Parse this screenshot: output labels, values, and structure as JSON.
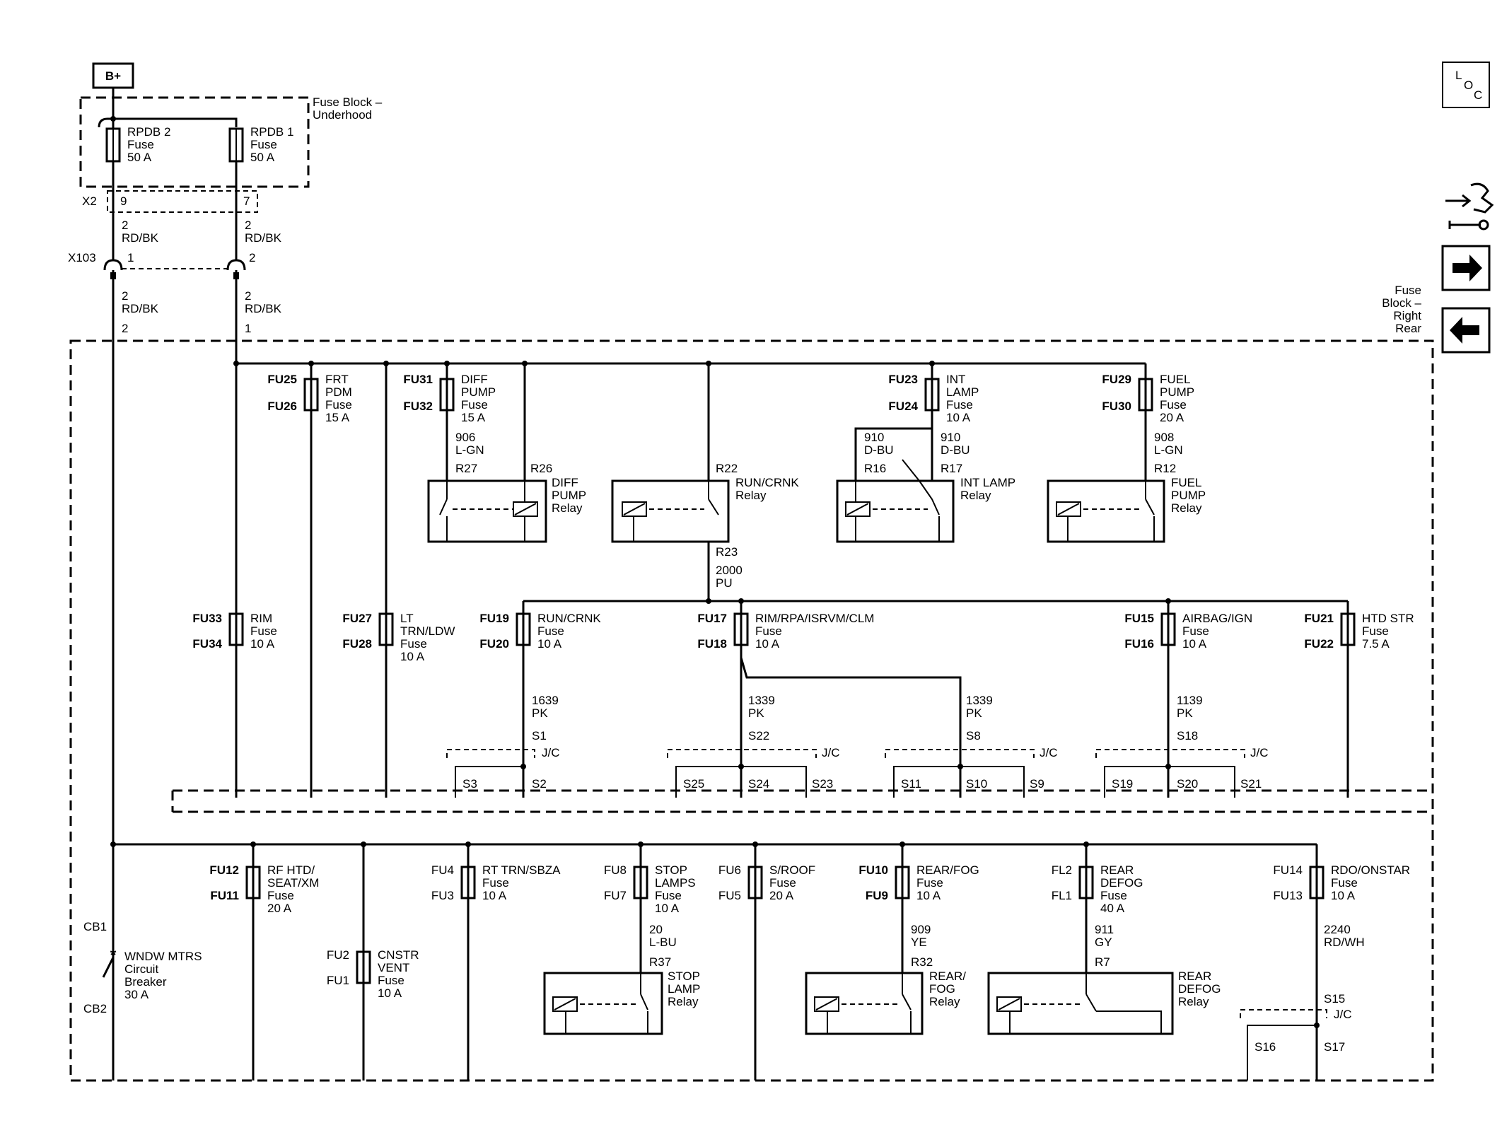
{
  "header": {
    "b_plus": "B+",
    "fuse_block_underhood": [
      "Fuse Block –",
      "Underhood"
    ],
    "fuse_block_right_rear": [
      "Fuse",
      "Block –",
      "Right",
      "Rear"
    ]
  },
  "nav_icons": [
    {
      "icon": "loc-icon",
      "text": [
        "L",
        "O",
        "C"
      ]
    },
    {
      "icon": "connector-tool-icon"
    },
    {
      "icon": "arrow-right-icon"
    },
    {
      "icon": "arrow-left-icon"
    }
  ],
  "underhood_fuses": [
    {
      "name": "RPDB 2",
      "type": "Fuse",
      "rating": "50 A"
    },
    {
      "name": "RPDB 1",
      "type": "Fuse",
      "rating": "50 A"
    }
  ],
  "connectors": {
    "x2": {
      "label": "X2",
      "pins": [
        "9",
        "7"
      ]
    },
    "x103": {
      "label": "X103",
      "pins": [
        "1",
        "2"
      ]
    },
    "wires_upper": [
      {
        "circuit": "2",
        "color": "RD/BK"
      },
      {
        "circuit": "2",
        "color": "RD/BK"
      }
    ],
    "wires_lower": [
      {
        "circuit": "2",
        "color": "RD/BK",
        "pin": "2"
      },
      {
        "circuit": "2",
        "color": "RD/BK",
        "pin": "1"
      }
    ]
  },
  "upper_fuses": [
    {
      "ids": [
        "FU25",
        "FU26"
      ],
      "name": [
        "FRT",
        "PDM"
      ],
      "type": "Fuse",
      "rating": "15 A"
    },
    {
      "ids": [
        "FU31",
        "FU32"
      ],
      "name": [
        "DIFF",
        "PUMP"
      ],
      "type": "Fuse",
      "rating": "15 A"
    },
    {
      "ids": [
        "FU23",
        "FU24"
      ],
      "name": [
        "INT",
        "LAMP"
      ],
      "type": "Fuse",
      "rating": "10 A"
    },
    {
      "ids": [
        "FU29",
        "FU30"
      ],
      "name": [
        "FUEL",
        "PUMP"
      ],
      "type": "Fuse",
      "rating": "20 A"
    }
  ],
  "upper_wires": [
    {
      "circuit": "906",
      "color": "L-GN"
    },
    {
      "circuit": "910",
      "color": "D-BU"
    },
    {
      "circuit": "910",
      "color": "D-BU"
    },
    {
      "circuit": "908",
      "color": "L-GN"
    },
    {
      "circuit": "2000",
      "color": "PU"
    }
  ],
  "upper_relays": [
    {
      "name": [
        "DIFF",
        "PUMP",
        "Relay"
      ],
      "pins": [
        "R27",
        "R26"
      ]
    },
    {
      "name": [
        "RUN/CRNK",
        "Relay"
      ],
      "pins": [
        "R22",
        "R23"
      ]
    },
    {
      "name": [
        "INT LAMP",
        "Relay"
      ],
      "pins": [
        "R16",
        "R17"
      ]
    },
    {
      "name": [
        "FUEL",
        "PUMP",
        "Relay"
      ],
      "pins": [
        "R12"
      ]
    }
  ],
  "middle_fuses": [
    {
      "ids": [
        "FU33",
        "FU34"
      ],
      "name": [
        "RIM"
      ],
      "type": "Fuse",
      "rating": "10 A"
    },
    {
      "ids": [
        "FU27",
        "FU28"
      ],
      "name": [
        "LT",
        "TRN/LDW"
      ],
      "type": "Fuse",
      "rating": "10 A"
    },
    {
      "ids": [
        "FU19",
        "FU20"
      ],
      "name": [
        "RUN/CRNK"
      ],
      "type": "Fuse",
      "rating": "10 A"
    },
    {
      "ids": [
        "FU17",
        "FU18"
      ],
      "name": [
        "RIM/RPA/ISRVM/CLM"
      ],
      "type": "Fuse",
      "rating": "10 A"
    },
    {
      "ids": [
        "FU15",
        "FU16"
      ],
      "name": [
        "AIRBAG/IGN"
      ],
      "type": "Fuse",
      "rating": "10 A"
    },
    {
      "ids": [
        "FU21",
        "FU22"
      ],
      "name": [
        "HTD STR"
      ],
      "type": "Fuse",
      "rating": "7.5 A"
    }
  ],
  "middle_wires": [
    {
      "circuit": "1639",
      "color": "PK"
    },
    {
      "circuit": "1339",
      "color": "PK"
    },
    {
      "circuit": "1339",
      "color": "PK"
    },
    {
      "circuit": "1139",
      "color": "PK"
    }
  ],
  "junctions": {
    "jc_label": "J/C",
    "groups": [
      {
        "top": "S1",
        "pins": [
          "S3",
          "S2"
        ]
      },
      {
        "top": "S22",
        "pins": [
          "S25",
          "S24",
          "S23"
        ]
      },
      {
        "top": "S8",
        "pins": [
          "S11",
          "S10",
          "S9"
        ]
      },
      {
        "top": "S18",
        "pins": [
          "S19",
          "S20",
          "S21"
        ]
      },
      {
        "top": "S15",
        "pins": [
          "S16",
          "S17"
        ]
      }
    ]
  },
  "lower_fuses": [
    {
      "ids": [
        "FU12",
        "FU11"
      ],
      "name": [
        "RF HTD/",
        "SEAT/XM"
      ],
      "type": "Fuse",
      "rating": "20 A"
    },
    {
      "ids": [
        "FU4",
        "FU3"
      ],
      "name": [
        "RT TRN/SBZA"
      ],
      "type": "Fuse",
      "rating": "10 A"
    },
    {
      "ids": [
        "FU8",
        "FU7"
      ],
      "name": [
        "STOP",
        "LAMPS"
      ],
      "type": "Fuse",
      "rating": "10 A"
    },
    {
      "ids": [
        "FU6",
        "FU5"
      ],
      "name": [
        "S/ROOF"
      ],
      "type": "Fuse",
      "rating": "20 A"
    },
    {
      "ids": [
        "FU10",
        "FU9"
      ],
      "name": [
        "REAR/FOG"
      ],
      "type": "Fuse",
      "rating": "10 A"
    },
    {
      "ids": [
        "FL2",
        "FL1"
      ],
      "name": [
        "REAR",
        "DEFOG"
      ],
      "type": "Fuse",
      "rating": "40 A"
    },
    {
      "ids": [
        "FU14",
        "FU13"
      ],
      "name": [
        "RDO/ONSTAR"
      ],
      "type": "Fuse",
      "rating": "10 A"
    },
    {
      "ids": [
        "FU2",
        "FU1"
      ],
      "name": [
        "CNSTR",
        "VENT"
      ],
      "type": "Fuse",
      "rating": "10 A"
    }
  ],
  "lower_wires": [
    {
      "circuit": "20",
      "color": "L-BU"
    },
    {
      "circuit": "909",
      "color": "YE"
    },
    {
      "circuit": "911",
      "color": "GY"
    },
    {
      "circuit": "2240",
      "color": "RD/WH"
    }
  ],
  "lower_relays": [
    {
      "name": [
        "STOP",
        "LAMP",
        "Relay"
      ],
      "pin": "R37"
    },
    {
      "name": [
        "REAR/",
        "FOG",
        "Relay"
      ],
      "pin": "R32"
    },
    {
      "name": [
        "REAR",
        "DEFOG",
        "Relay"
      ],
      "pin": "R7"
    }
  ],
  "breaker": {
    "ids": [
      "CB1",
      "CB2"
    ],
    "name": [
      "WNDW MTRS",
      "Circuit",
      "Breaker"
    ],
    "rating": "30 A"
  }
}
